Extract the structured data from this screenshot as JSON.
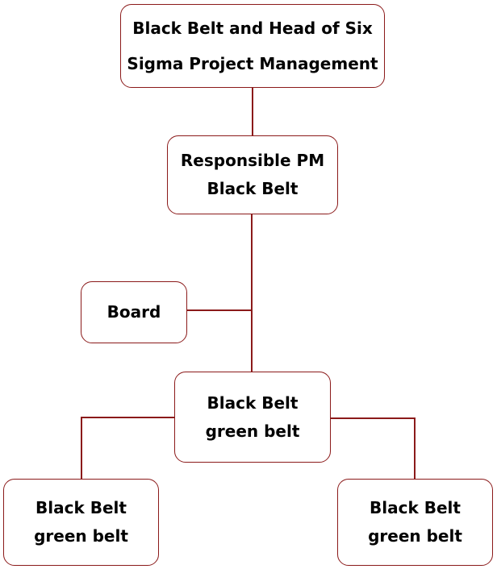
{
  "colors": {
    "line": "#8b1a1a",
    "border": "#8b1a1a",
    "text": "#000000"
  },
  "nodes": {
    "root": {
      "lines": [
        "Black Belt and Head of Six",
        "Sigma Project Management"
      ]
    },
    "pm": {
      "lines": [
        "Responsible PM",
        "Black Belt"
      ]
    },
    "board": {
      "lines": [
        "Board"
      ]
    },
    "mid": {
      "lines": [
        "Black Belt",
        "green belt"
      ]
    },
    "left": {
      "lines": [
        "Black Belt",
        "green belt"
      ]
    },
    "right": {
      "lines": [
        "Black Belt",
        "green belt"
      ]
    }
  }
}
